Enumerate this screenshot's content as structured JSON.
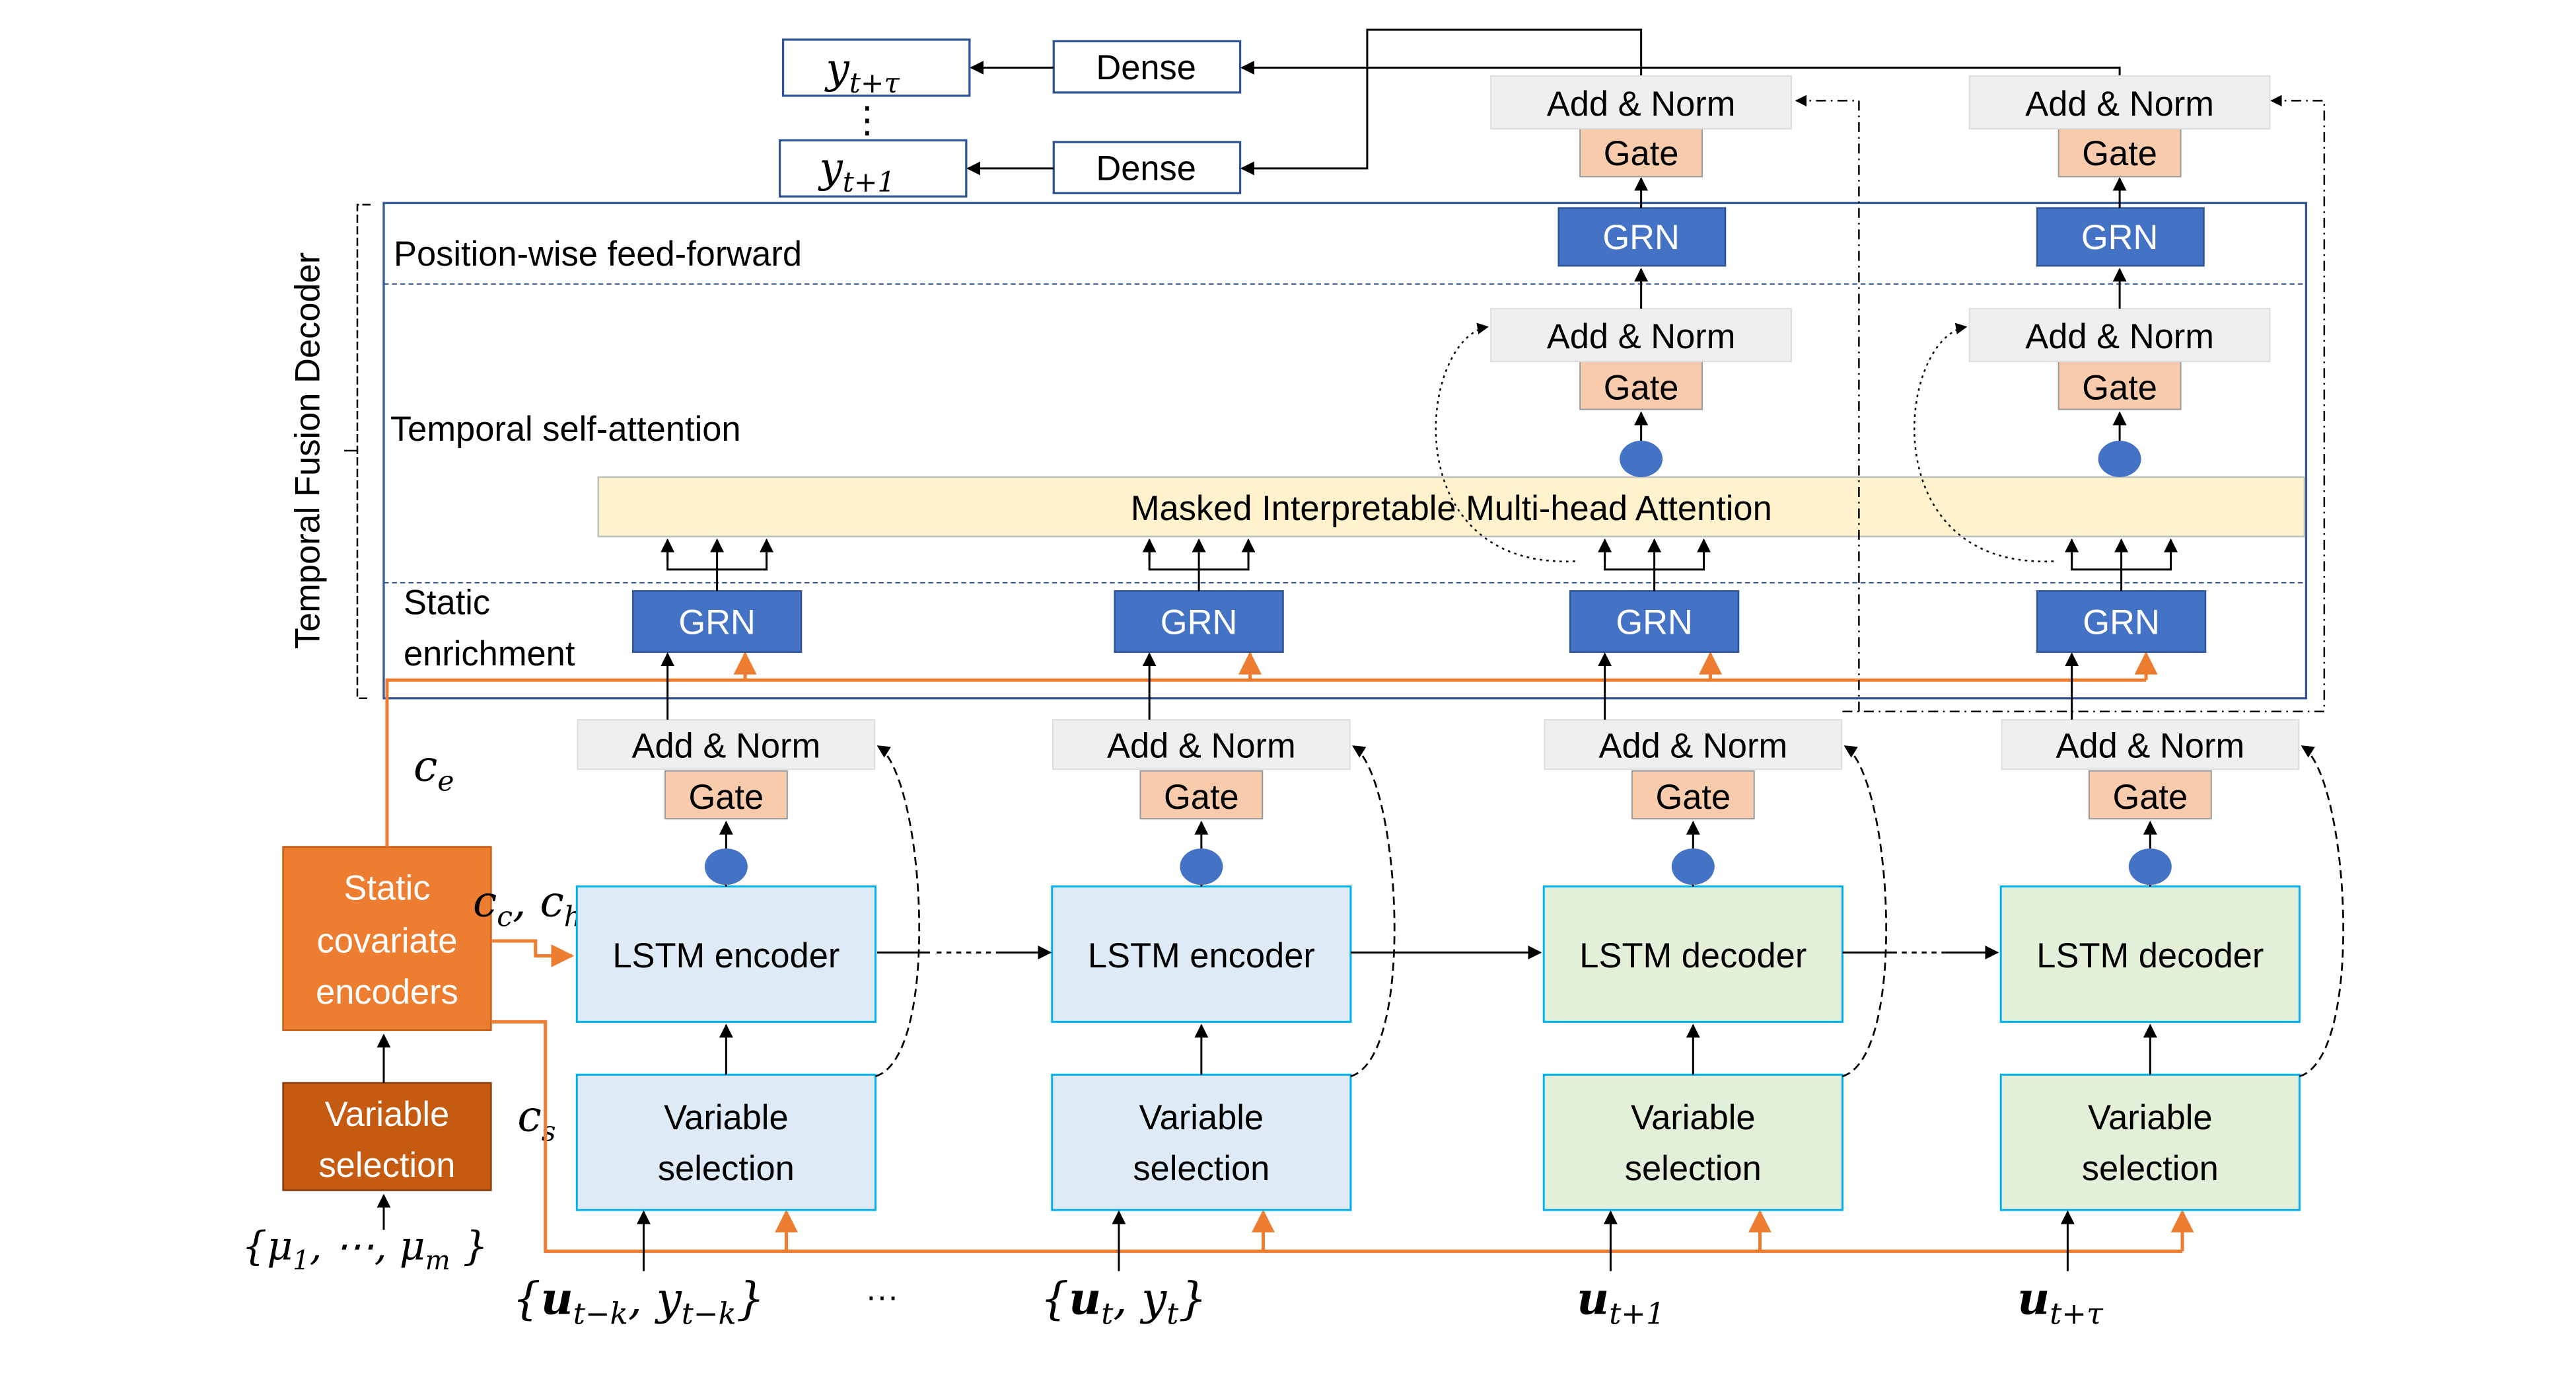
{
  "outputs": {
    "y_top": {
      "base": "y",
      "sub": "t+τ"
    },
    "y_bottom": {
      "base": "y",
      "sub": "t+1"
    },
    "ellipsis": "⋮",
    "dense_label": "Dense"
  },
  "decoder": {
    "title": "Temporal Fusion Decoder",
    "position_wise_label": "Position-wise feed-forward",
    "temporal_attention_label": "Temporal self-attention",
    "static_enrichment_label_1": "Static",
    "static_enrichment_label_2": "enrichment",
    "attention_label": "Masked Interpretable Multi-head Attention"
  },
  "blocks": {
    "add_norm": "Add & Norm",
    "gate": "Gate",
    "grn": "GRN",
    "lstm_encoder": "LSTM encoder",
    "lstm_decoder": "LSTM decoder",
    "variable_selection_1": "Variable",
    "variable_selection_2": "selection"
  },
  "static": {
    "encoder_1": "Static",
    "encoder_2": "covariate",
    "encoder_3": "encoders",
    "vs_1": "Variable",
    "vs_2": "selection",
    "inputs": {
      "pre": "{μ",
      "sub1": "1",
      "mid": ", ⋯, μ",
      "subm": "m",
      "post": " }"
    },
    "c_e": {
      "base": "c",
      "sub": "e"
    },
    "c_ch": {
      "base1": "c",
      "sub1": "c",
      "sep": ", ",
      "base2": "c",
      "sub2": "h"
    },
    "c_s": {
      "base": "c",
      "sub": "s"
    }
  },
  "inputs": {
    "in1": {
      "pre": "{",
      "u": "u",
      "usub": "t−k",
      "mid": ", y",
      "ysub": "t−k",
      "post": "}"
    },
    "dots": "···",
    "in2": {
      "pre": "{",
      "u": "u",
      "usub": "t",
      "mid": ", y",
      "ysub": "t",
      "post": "}"
    },
    "in3": {
      "u": "u",
      "usub": "t+1"
    },
    "in4": {
      "u": "u",
      "usub": "t+τ"
    }
  },
  "colors": {
    "grn": "#4472C4",
    "gate": "#F8CBAD",
    "add_norm": "#EFEFEF",
    "attention": "#FFF2CC",
    "encoder_fill": "#DEEBF7",
    "decoder_fill": "#E2F0D9",
    "box_border": "#00B0F0",
    "static_orange": "#ED7D31",
    "static_dark": "#C55A11",
    "decoder_border": "#2F5597",
    "node": "#4472C4"
  }
}
